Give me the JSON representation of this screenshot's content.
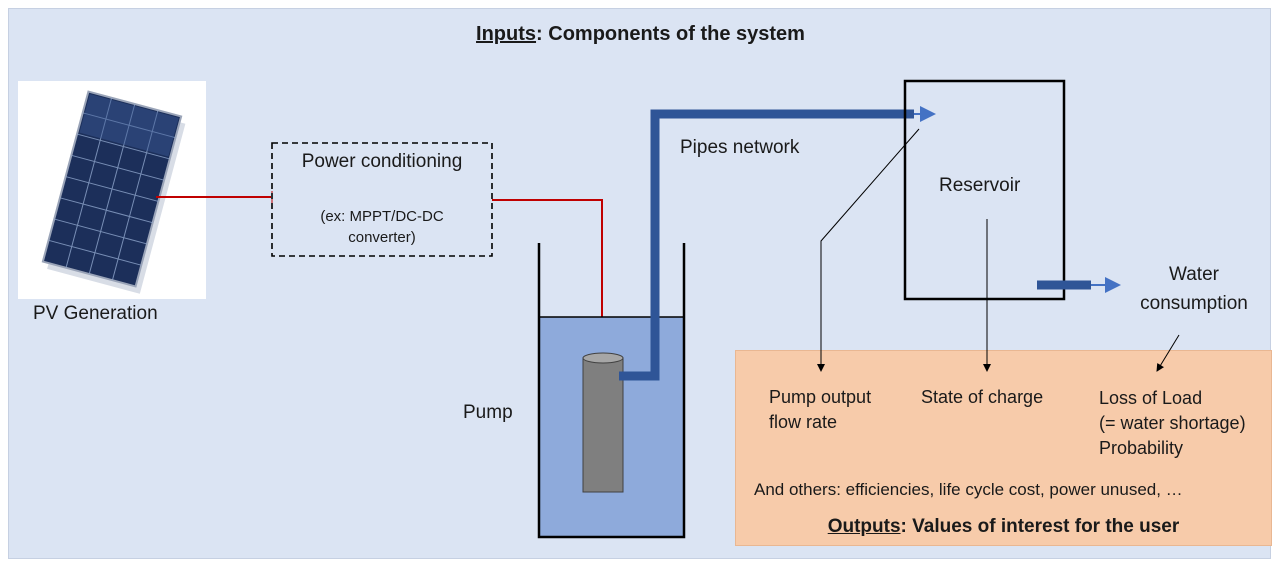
{
  "title": {
    "prefix": "Inputs",
    "rest": ": Components of the system"
  },
  "pv": {
    "label": "PV Generation"
  },
  "power_conditioning": {
    "title": "Power conditioning",
    "detail_line1": "(ex: MPPT/DC-DC",
    "detail_line2": "converter)"
  },
  "pipes": {
    "label": "Pipes network"
  },
  "reservoir": {
    "label": "Reservoir"
  },
  "pump": {
    "label": "Pump"
  },
  "water": {
    "line1": "Water",
    "line2": "consumption"
  },
  "outputs": {
    "pump_flow_line1": "Pump output",
    "pump_flow_line2": "flow rate",
    "state_of_charge": "State of charge",
    "lol_line1": "Loss of Load",
    "lol_line2": "(= water shortage)",
    "lol_line3": "Probability",
    "others": "And others:  efficiencies,  life cycle cost, power unused, …",
    "footer_prefix": "Outputs",
    "footer_rest": ": Values of interest for the user"
  },
  "colors": {
    "background": "#dbe4f3",
    "outputs_panel": "#f7cbaa",
    "pipe": "#2f5597",
    "wire": "#c00000",
    "water_tank": "#8eaadb",
    "pump_body": "#7f7f7f"
  }
}
